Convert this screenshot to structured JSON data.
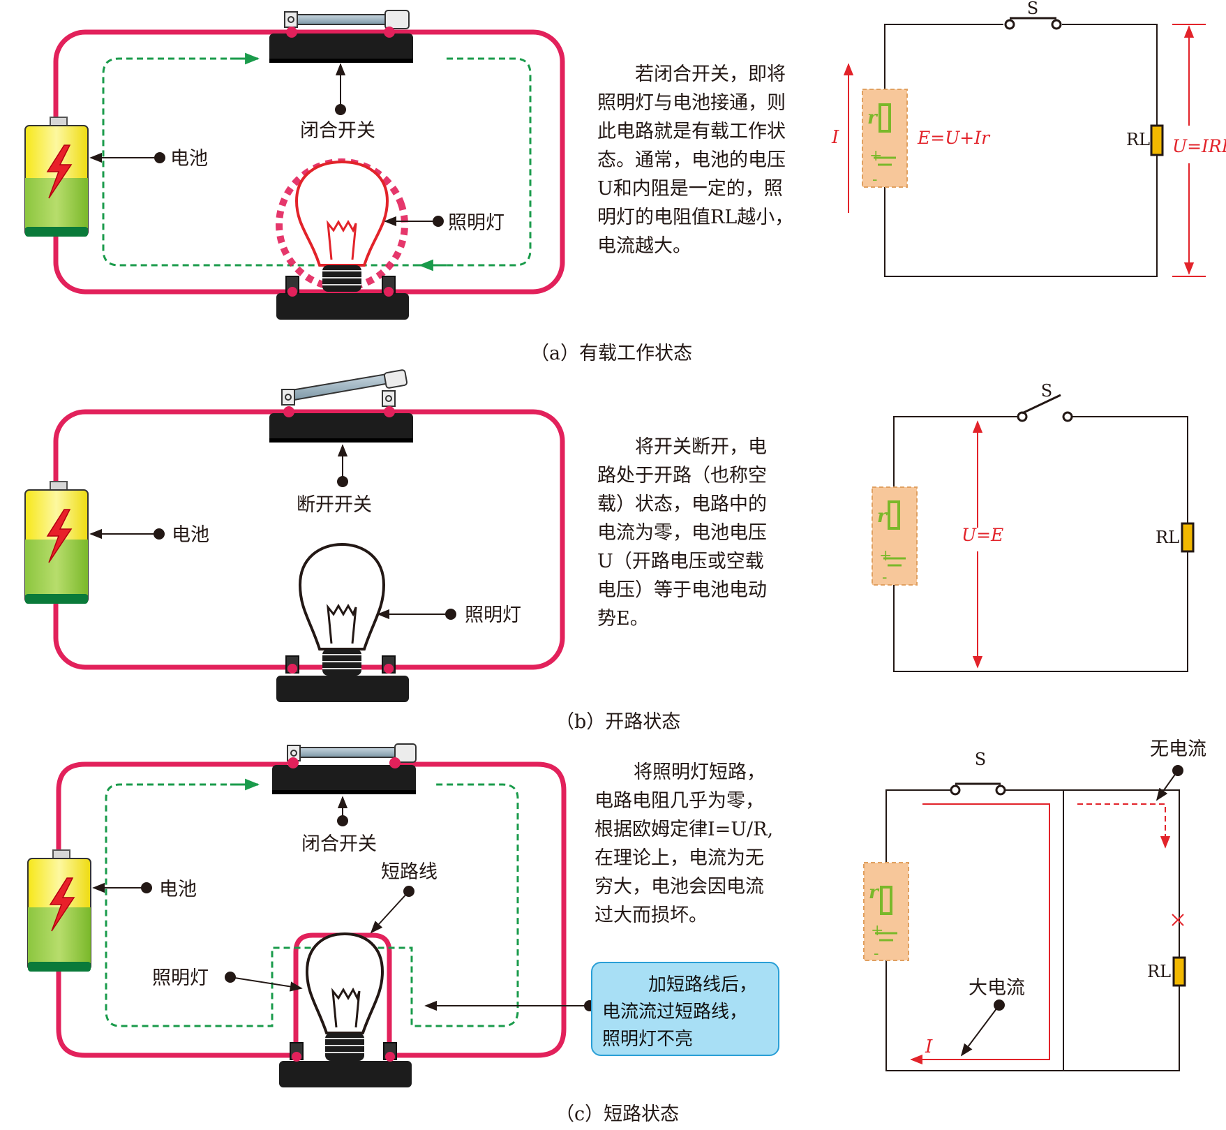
{
  "colors": {
    "wire": "#e2215b",
    "current_path": "#1a9b4b",
    "schematic_red": "#e2232a",
    "battery_box": "#f7c79a",
    "battery_green": "#7ab82a",
    "resistor_yellow": "#f2b800",
    "callout_bg": "#a8dff5"
  },
  "panel_a": {
    "labels": {
      "switch": "闭合开关",
      "battery": "电池",
      "lamp": "照明灯"
    },
    "text": [
      "若闭合开关，即将",
      "照明灯与电池接通，则",
      "此电路就是有载工作状",
      "态。通常，电池的电压",
      "U和内阻是一定的，照",
      "明灯的电阻值RL越小，",
      "电流越大。"
    ],
    "caption": "（a）有载工作状态",
    "schematic": {
      "switch": "S",
      "current": "I",
      "internal_r": "r",
      "plus": "+",
      "minus": "-",
      "emf_eq": "E=U+Ir",
      "load": "RL",
      "load_eq": "U=IRL"
    }
  },
  "panel_b": {
    "labels": {
      "switch": "断开开关",
      "battery": "电池",
      "lamp": "照明灯"
    },
    "text": [
      "将开关断开，电",
      "路处于开路（也称空",
      "载）状态，电路中的",
      "电流为零，电池电压",
      "U（开路电压或空载",
      "电压）等于电池电动",
      "势E。"
    ],
    "caption": "（b）开路状态",
    "schematic": {
      "switch": "S",
      "internal_r": "r",
      "plus": "+",
      "minus": "-",
      "voltage_eq": "U=E",
      "load": "RL"
    }
  },
  "panel_c": {
    "labels": {
      "switch": "闭合开关",
      "battery": "电池",
      "short_wire": "短路线",
      "lamp": "照明灯"
    },
    "callout": [
      "加短路线后，",
      "电流流过短路线，",
      "照明灯不亮"
    ],
    "text": [
      "将照明灯短路，",
      "电路电阻几乎为零，",
      "根据欧姆定律I=U/R,",
      "在理论上，电流为无",
      "穷大，电池会因电流",
      "过大而损坏。"
    ],
    "caption": "（c）短路状态",
    "schematic": {
      "switch": "S",
      "no_current": "无电流",
      "large_current": "大电流",
      "current": "I",
      "internal_r": "r",
      "plus": "+",
      "minus": "-",
      "load": "RL"
    }
  }
}
